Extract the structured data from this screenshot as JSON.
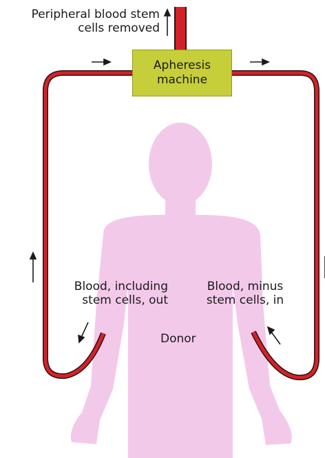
{
  "labels": {
    "removed_line1": "Peripheral blood stem",
    "removed_line2": "cells removed",
    "machine_line1": "Apheresis",
    "machine_line2": "machine",
    "out_line1": "Blood, including",
    "out_line2": "stem cells, out",
    "in_line1": "Blood, minus",
    "in_line2": "stem cells, in",
    "donor": "Donor"
  },
  "colors": {
    "tube": "#d2232a",
    "tube_outline": "#2a1010",
    "machine": "#c6cf3a",
    "body": "#f3c9ea"
  }
}
